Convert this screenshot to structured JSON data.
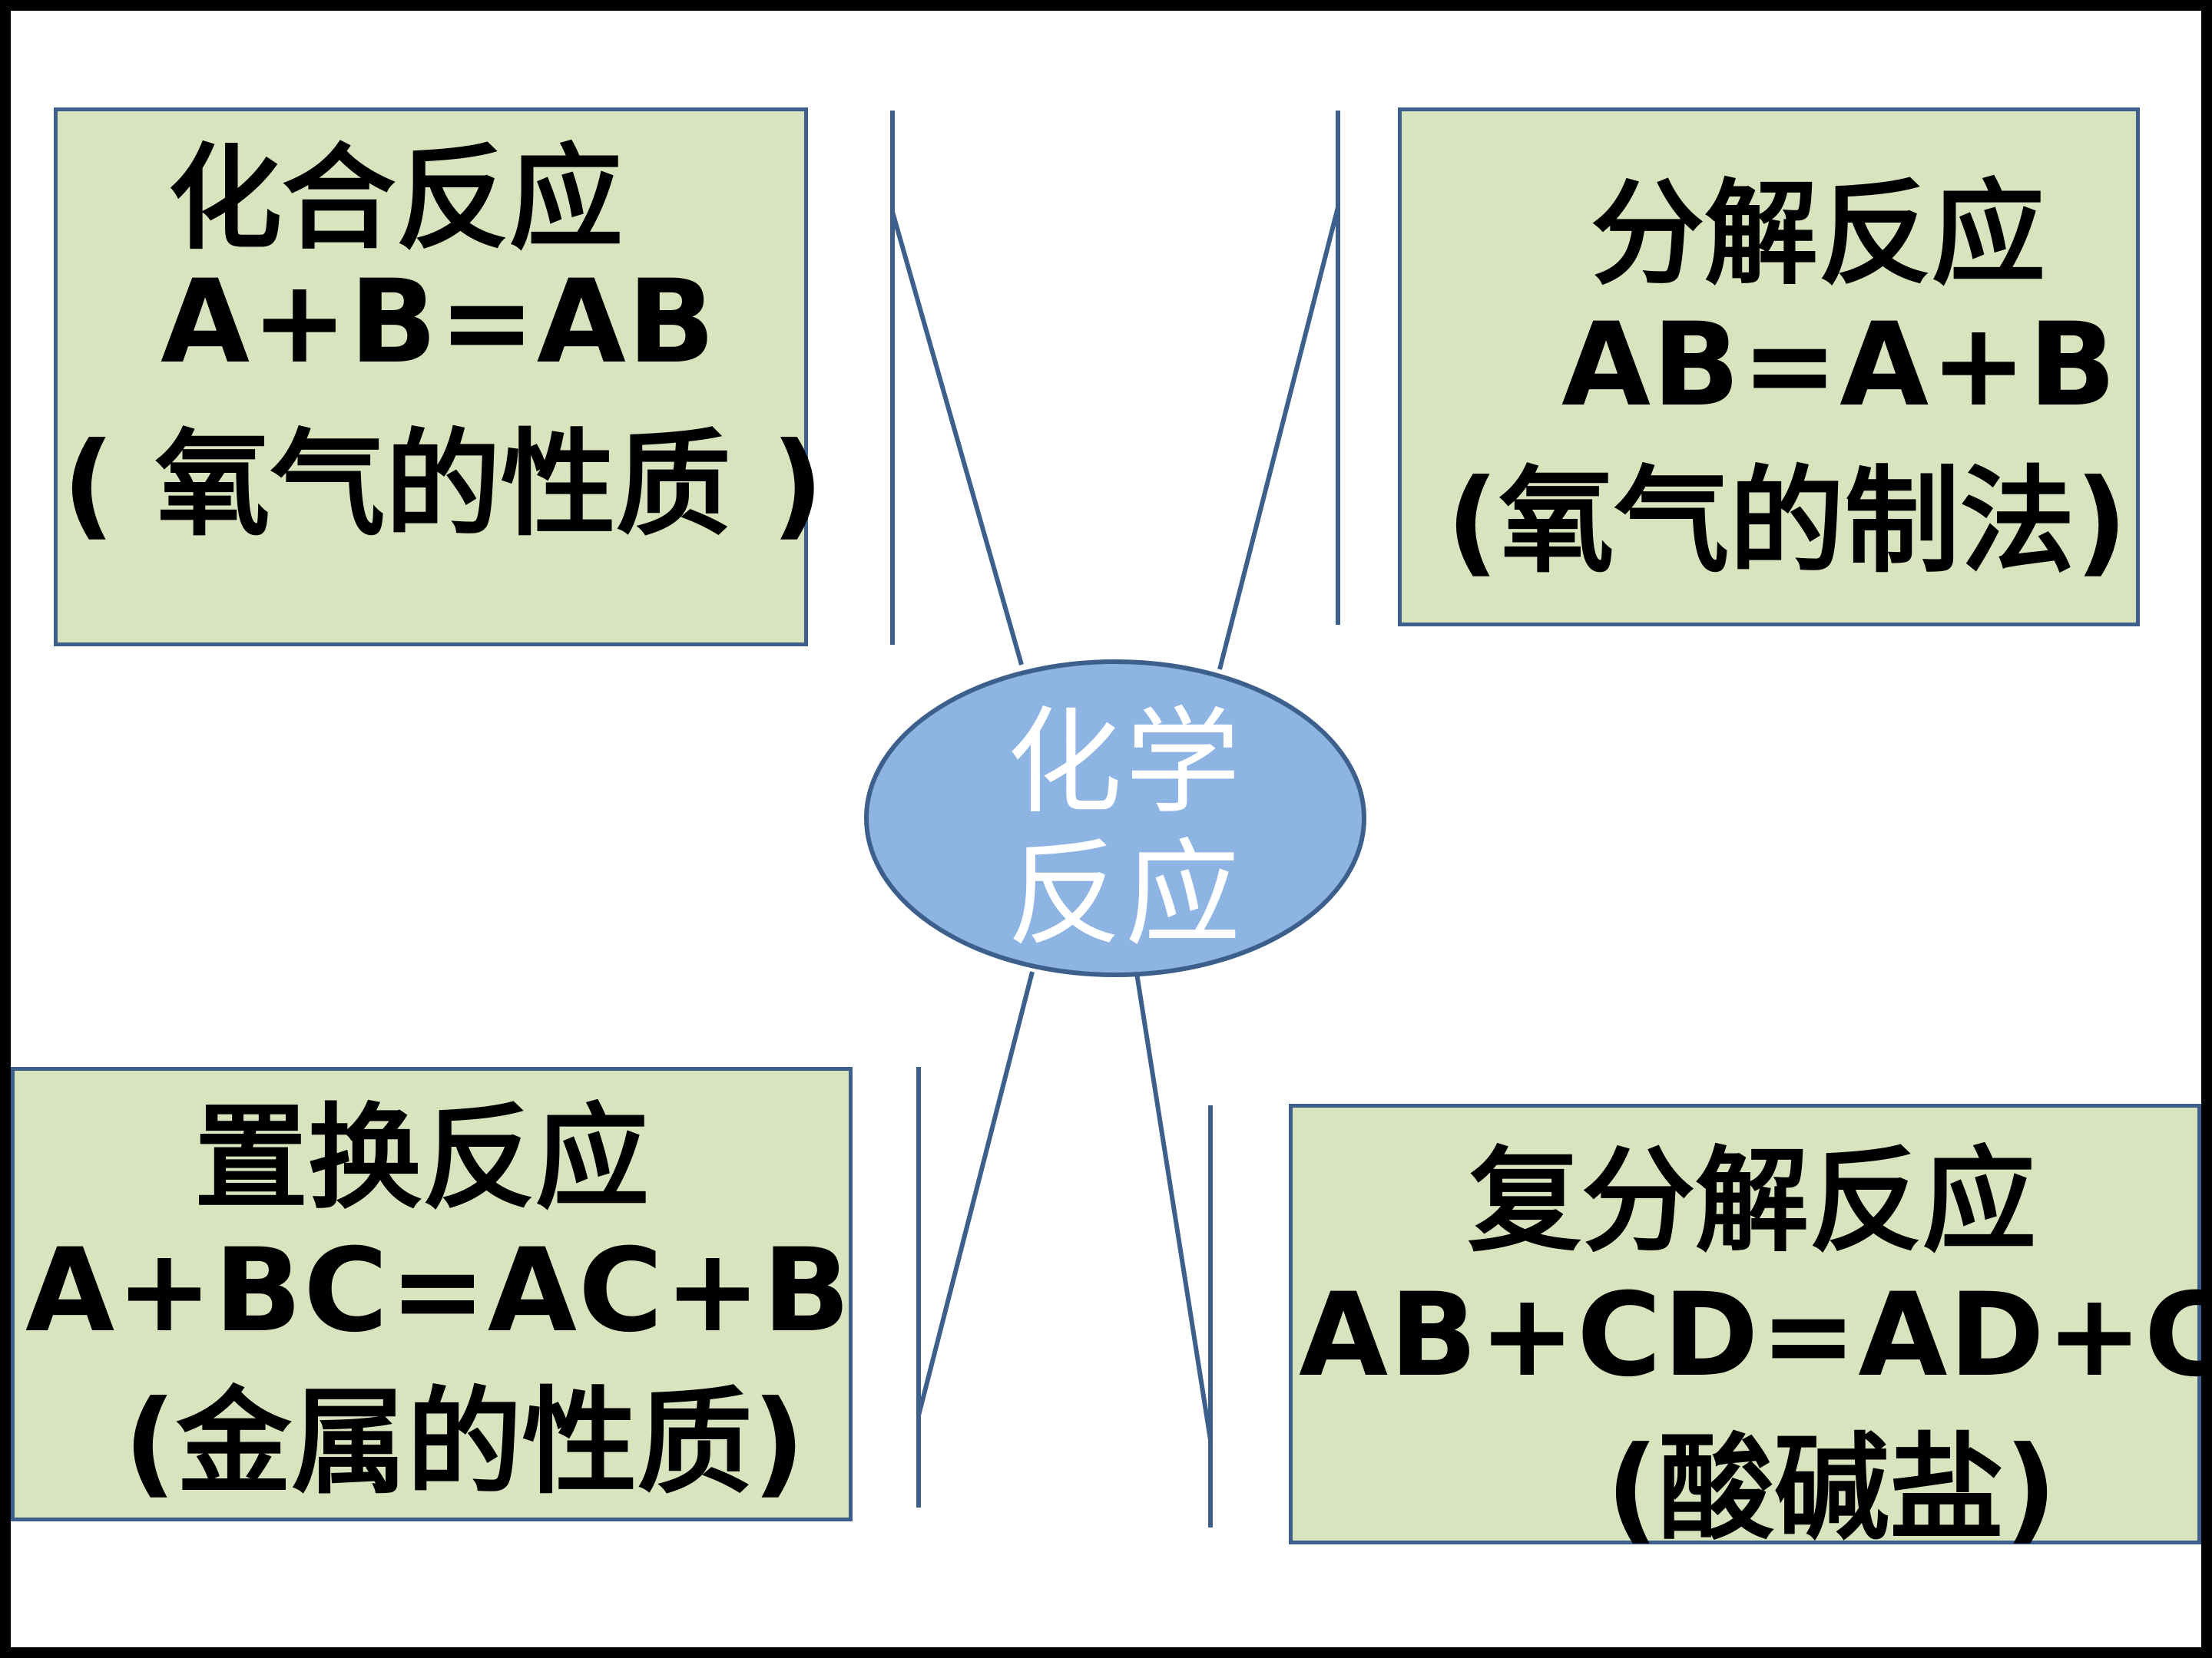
{
  "colors": {
    "box_fill": "#d7e4bd",
    "box_border": "#3d5f8c",
    "ellipse_fill": "#8eb4e3",
    "line": "#3d5f8c",
    "center_text": "#ffffff",
    "frame": "#000000"
  },
  "center": {
    "line1": "化学",
    "line2": "反应"
  },
  "boxes": {
    "top_left": {
      "title": "化合反应",
      "equation": "A+B=AB",
      "note": "( 氧气的性质 )"
    },
    "top_right": {
      "title": "分解反应",
      "equation": "AB=A+B",
      "note": "(氧气的制法)"
    },
    "bottom_left": {
      "title": "置换反应",
      "equation": "A+BC=AC+B",
      "note": "(金属的性质)"
    },
    "bottom_right": {
      "title": "复分解反应",
      "equation": "AB+CD=AD+CB",
      "note": "(酸碱盐)"
    }
  }
}
